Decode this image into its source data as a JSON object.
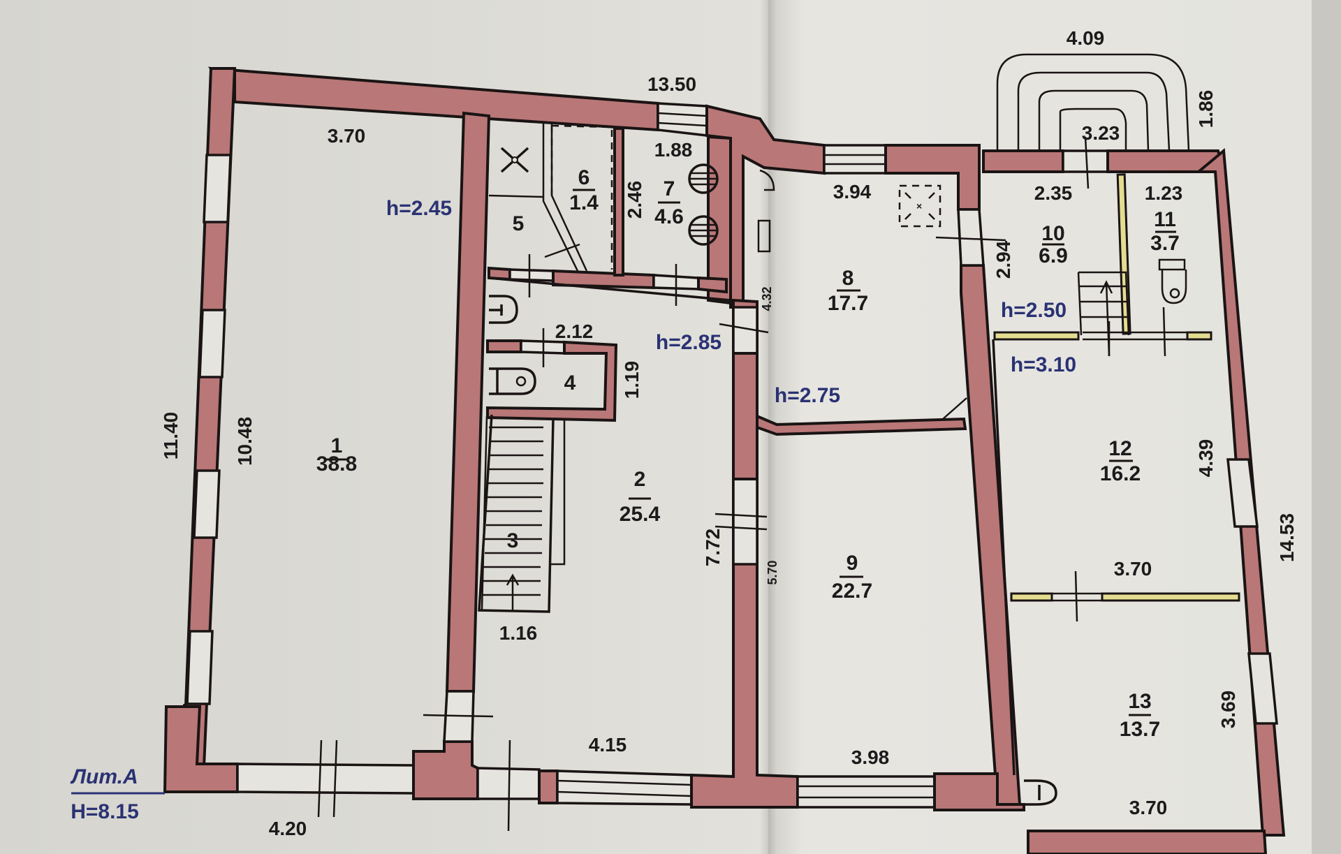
{
  "document": {
    "type": "floor-plan",
    "colors": {
      "wall": "#b97777",
      "partition": "#e4dc90",
      "outline": "#1a1414",
      "paper": "#e4e3de",
      "height_label": "#2a3274"
    },
    "building": {
      "lit_label": "Лит.А",
      "height_label": "H=8.15"
    },
    "rooms": [
      {
        "number": "1",
        "area": "38.8"
      },
      {
        "number": "2",
        "area": "25.4"
      },
      {
        "number": "3",
        "area": ""
      },
      {
        "number": "4",
        "area": ""
      },
      {
        "number": "5",
        "area": ""
      },
      {
        "number": "6",
        "area": "1.4"
      },
      {
        "number": "7",
        "area": "4.6"
      },
      {
        "number": "8",
        "area": "17.7"
      },
      {
        "number": "9",
        "area": "22.7"
      },
      {
        "number": "10",
        "area": "6.9"
      },
      {
        "number": "11",
        "area": "3.7"
      },
      {
        "number": "12",
        "area": "16.2"
      },
      {
        "number": "13",
        "area": "13.7"
      }
    ],
    "ceiling_heights": [
      "h=2.45",
      "h=2.85",
      "h=2.75",
      "h=2.50",
      "h=3.10"
    ],
    "dimensions": {
      "top_overall": "13.50",
      "porch_width": "4.09",
      "porch_depth": "1.86",
      "porch_inner": "3.23",
      "room1_width": "3.70",
      "room1_length": "10.48",
      "left_overall": "11.40",
      "room7_width": "1.88",
      "room7_length": "2.46",
      "room4_width": "2.12",
      "room4_length": "1.19",
      "stair_width": "1.16",
      "room2_length": "7.72",
      "room2_width": "4.15",
      "room8_width": "3.94",
      "room8_side": "4.32",
      "room9_length": "5.70",
      "room9_width": "3.98",
      "room10_width": "2.35",
      "room10_length": "2.94",
      "room11_width": "1.23",
      "room12_width": "3.70",
      "room12_length": "4.39",
      "right_overall": "14.53",
      "room13_length": "3.69",
      "room13_width": "3.70",
      "bottom_left": "4.20"
    }
  }
}
